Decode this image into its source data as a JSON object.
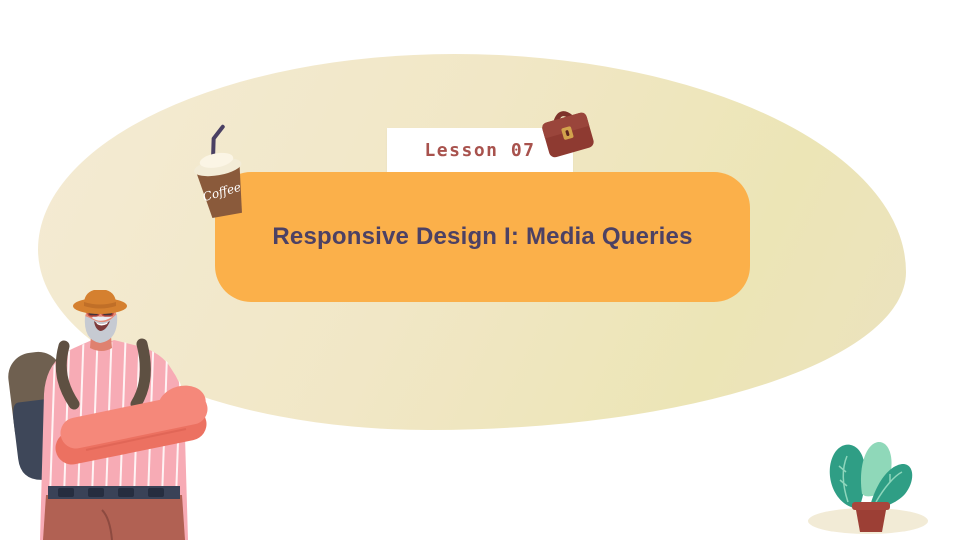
{
  "slide": {
    "lesson_badge": {
      "label": "Lesson 07"
    },
    "title": "Responsive Design I: Media Queries",
    "decorations": {
      "coffee_cup_label": "Coffee",
      "icons": [
        "coffee-cup-icon",
        "briefcase-icon",
        "potted-plant-icon",
        "senior-man-illustration"
      ]
    },
    "colors": {
      "page_background": "#ffffff",
      "blob_beige": "#efe6c0",
      "title_box_orange": "#fbb04a",
      "title_text": "#4c4164",
      "lesson_text": "#a8524d",
      "badge_background": "#ffffff",
      "briefcase_maroon": "#913d34",
      "coffee_cup_brown": "#8a5a3b",
      "straw_purple": "#4a4063",
      "plant_green": "#2f9e85",
      "plant_light_green": "#8fd8b9",
      "pot_terracotta": "#9c3f35",
      "shirt_pink": "#f7abb5",
      "arms_coral": "#ee7767",
      "pants_brown": "#b16153",
      "hat_orange": "#d5802f"
    }
  }
}
